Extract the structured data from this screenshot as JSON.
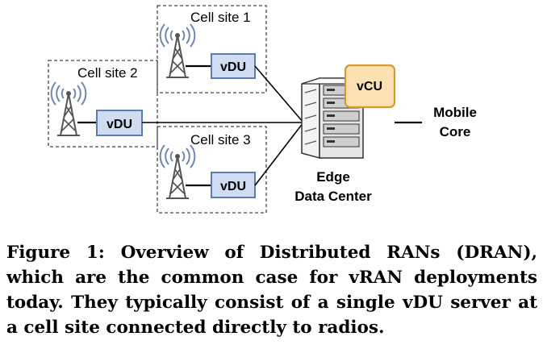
{
  "diagram": {
    "cell_sites": [
      {
        "label": "Cell site 1",
        "unit": "vDU"
      },
      {
        "label": "Cell site 2",
        "unit": "vDU"
      },
      {
        "label": "Cell site 3",
        "unit": "vDU"
      }
    ],
    "edge": {
      "unit": "vCU",
      "label_line1": "Edge",
      "label_line2": "Data Center"
    },
    "core": {
      "label_line1": "Mobile",
      "label_line2": "Core"
    },
    "colors": {
      "vdu_fill": "#cfdcf2",
      "vdu_stroke": "#5b7db5",
      "vcu_fill": "#fde1b3",
      "vcu_stroke": "#d79a2a",
      "tower": "#555555",
      "waves": "#6c86b5"
    }
  },
  "caption": {
    "text": "Figure 1: Overview of Distributed RANs (DRAN), which are the common case for vRAN deployments today. They typically consist of a single vDU server at a cell site connected directly to radios."
  }
}
